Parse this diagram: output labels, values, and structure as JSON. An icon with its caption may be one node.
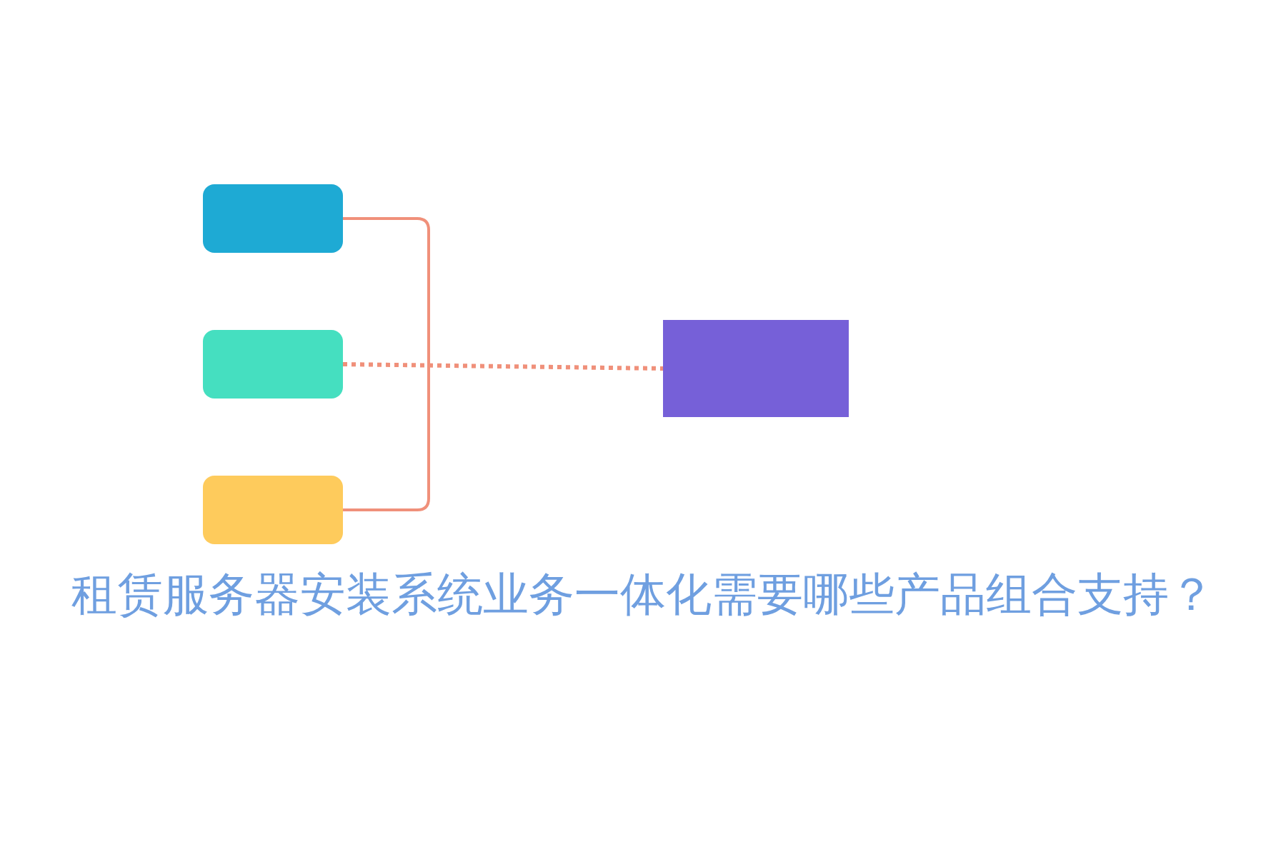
{
  "diagram": {
    "title": "租赁服务器安装系统业务一体化需要哪些产品组合支持？",
    "nodes": [
      {
        "text": [],
        "shape": "box"
      },
      {
        "text": [],
        "shape": "box"
      },
      {
        "text": [],
        "shape": "box"
      },
      {
        "text": [],
        "shape": "box"
      }
    ],
    "edges": [
      {
        "from": 0,
        "to": 2,
        "arrow": "none"
      },
      {
        "from": 1,
        "to": 3,
        "arrow": "none",
        "style": "dashed"
      }
    ]
  }
}
